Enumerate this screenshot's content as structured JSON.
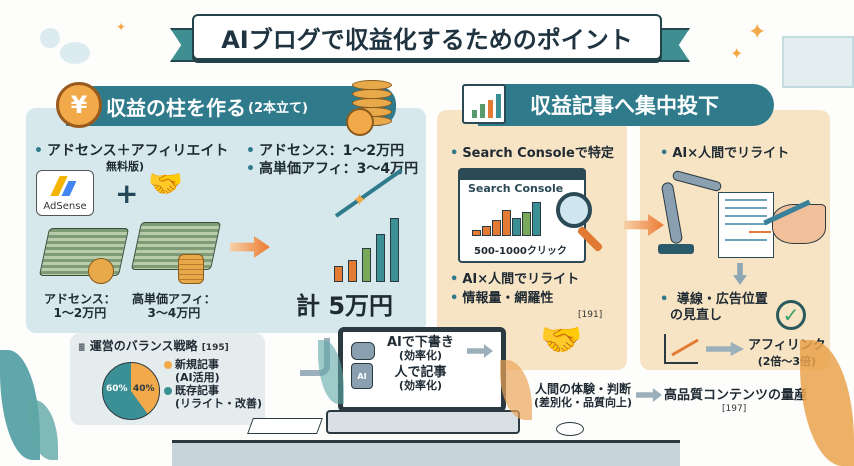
{
  "title": "AIブログで収益化するためのポイント",
  "left_section": {
    "header": "収益の柱を作る",
    "header_suffix": "(2本立て)",
    "bullet_main": "アドセンス＋アフィリエイト",
    "bullet_main_sub": "無料版)",
    "adsense_logo_label": "AdSense",
    "plus_sign": "+",
    "income_items": [
      {
        "text": "アドセンス：1〜2万円"
      },
      {
        "text": "高単価アフィ：3〜4万円"
      }
    ],
    "cash_labels": [
      {
        "line1": "アドセンス：",
        "line2": "1〜2万円"
      },
      {
        "line1": "高単価アフィ：",
        "line2": "3〜4万円"
      }
    ],
    "total": "計 5万円"
  },
  "right_section": {
    "header": "収益記事へ集中投下",
    "col1": {
      "bullet": "Search Consoleで特定",
      "window_title": "Search Console",
      "window_caption": "500-1000クリック",
      "bullets": [
        "AI×人間でリライト",
        "情報量・網羅性"
      ],
      "ref": "[191]"
    },
    "col2": {
      "bullet": "AI×人間でリライト",
      "bullet2_line1": "導線・広告位置",
      "bullet2_line2": "の見直し",
      "result_line1": "アフィリンク",
      "result_line2": "(2倍〜3倍)"
    }
  },
  "balance": {
    "title": "運営のバランス戦略",
    "ref": "[195]",
    "legend": [
      {
        "label_line1": "新規記事",
        "label_line2": "(AI活用)",
        "color": "#f2a94a"
      },
      {
        "label_line1": "既存記事",
        "label_line2": "(リライト・改善)",
        "color": "#3a9095"
      }
    ],
    "pie_labels": {
      "existing": "60%",
      "new": "40%"
    }
  },
  "chart_data": {
    "type": "pie",
    "title": "運営のバランス戦略",
    "categories": [
      "新規記事(AI活用)",
      "既存記事(リライト・改善)"
    ],
    "values": [
      40,
      60
    ]
  },
  "laptop": {
    "line1": "AIで下書き",
    "line2": "(効率化)",
    "line3": "人で記事",
    "line4": "(効率化)",
    "robot_badge": "AI"
  },
  "bottom_right": {
    "human_line1": "人間の体験・判断",
    "human_line2": "(差別化・品質向上)",
    "result": "高品質コンテンツの量産",
    "ref": "[197]"
  },
  "colors": {
    "teal": "#2f7b8c",
    "orange": "#f2a94a",
    "panel_blue": "#d6e8ec",
    "panel_beige": "#f7e4c4"
  }
}
